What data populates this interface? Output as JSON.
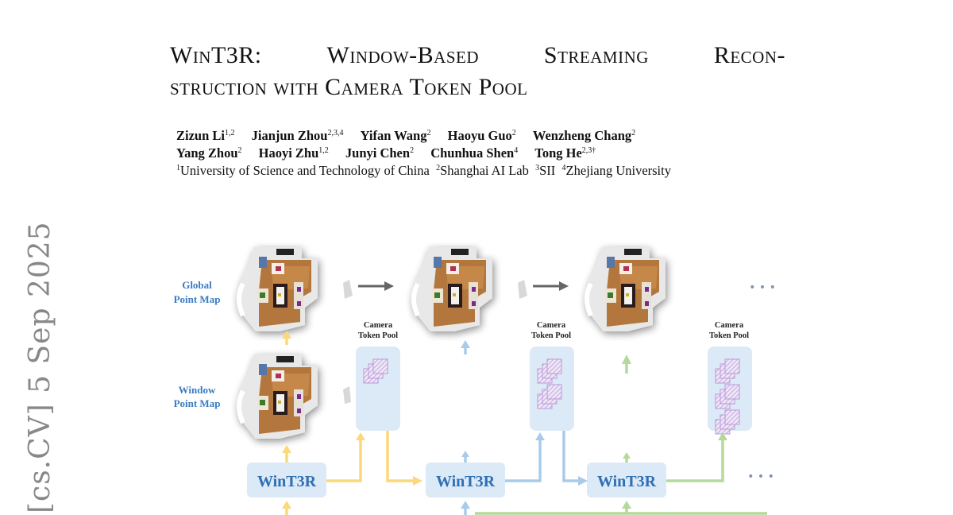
{
  "paper": {
    "title_line1_words": [
      "WinT3R:",
      "Window-Based",
      "Streaming",
      "Recon-"
    ],
    "title_line2": "struction with Camera Token Pool",
    "authors_row1": [
      {
        "name": "Zizun Li",
        "aff": "1,2"
      },
      {
        "name": "Jianjun Zhou",
        "aff": "2,3,4"
      },
      {
        "name": "Yifan Wang",
        "aff": "2"
      },
      {
        "name": "Haoyu Guo",
        "aff": "2"
      },
      {
        "name": "Wenzheng Chang",
        "aff": "2"
      }
    ],
    "authors_row2": [
      {
        "name": "Yang Zhou",
        "aff": "2"
      },
      {
        "name": "Haoyi Zhu",
        "aff": "1,2"
      },
      {
        "name": "Junyi Chen",
        "aff": "2"
      },
      {
        "name": "Chunhua Shen",
        "aff": "4"
      },
      {
        "name": "Tong He",
        "aff": "2,3†"
      }
    ],
    "affiliations": [
      {
        "num": "1",
        "name": "University of Science and Technology of China"
      },
      {
        "num": "2",
        "name": "Shanghai AI Lab"
      },
      {
        "num": "3",
        "name": "SII"
      },
      {
        "num": "4",
        "name": "Zhejiang University"
      }
    ],
    "arxiv_stamp": "[cs.CV]  5 Sep 2025"
  },
  "figure": {
    "row_labels": {
      "global_1": "Global",
      "global_2": "Point Map",
      "window_1": "Window",
      "window_2": "Point Map"
    },
    "camera_pool_label_1": "Camera",
    "camera_pool_label_2": "Token Pool",
    "model_label": "WinT3R",
    "ellipsis": "• • •",
    "stages": [
      {
        "pool_groups": 1,
        "color": "#fbd97a"
      },
      {
        "pool_groups": 2,
        "color": "#a9cbe9"
      },
      {
        "pool_groups": 3,
        "color": "#b5d99c"
      }
    ],
    "colors": {
      "label_blue": "#3a7cc0",
      "box_fill": "#dce9f6",
      "token_purple": "#b89ad6",
      "arrow_gray": "#666666"
    }
  }
}
